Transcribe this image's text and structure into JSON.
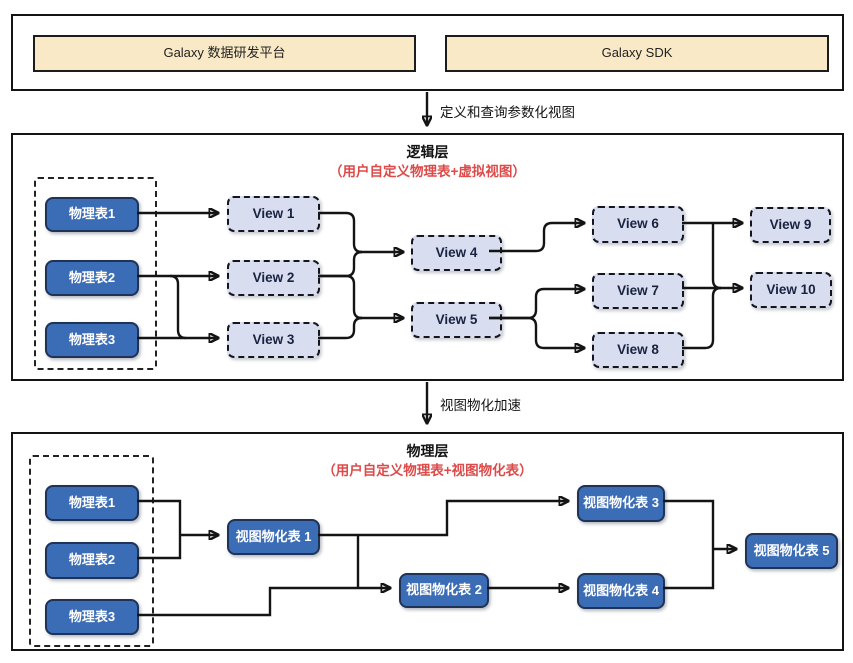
{
  "top": {
    "platform_label": "Galaxy 数据研发平台",
    "sdk_label": "Galaxy SDK"
  },
  "arrows": {
    "define_query_label": "定义和查询参数化视图",
    "materialize_label": "视图物化加速"
  },
  "logical": {
    "title": "逻辑层",
    "subtitle": "（用户自定义物理表+虚拟视图）",
    "physical_tables": [
      "物理表1",
      "物理表2",
      "物理表3"
    ],
    "views": [
      "View 1",
      "View 2",
      "View 3",
      "View 4",
      "View 5",
      "View 6",
      "View 7",
      "View 8",
      "View 9",
      "View 10"
    ],
    "edges": [
      {
        "from": "物理表1",
        "to": "View 1"
      },
      {
        "from": "物理表2",
        "to": "View 2"
      },
      {
        "from": "物理表2",
        "to": "View 3"
      },
      {
        "from": "物理表3",
        "to": "View 3"
      },
      {
        "from": "View 1",
        "to": "View 4"
      },
      {
        "from": "View 2",
        "to": "View 4"
      },
      {
        "from": "View 2",
        "to": "View 5"
      },
      {
        "from": "View 3",
        "to": "View 5"
      },
      {
        "from": "View 4",
        "to": "View 6"
      },
      {
        "from": "View 5",
        "to": "View 7"
      },
      {
        "from": "View 5",
        "to": "View 8"
      },
      {
        "from": "View 6",
        "to": "View 9"
      },
      {
        "from": "View 6",
        "to": "View 10"
      },
      {
        "from": "View 7",
        "to": "View 10"
      },
      {
        "from": "View 8",
        "to": "View 10"
      }
    ]
  },
  "physical": {
    "title": "物理层",
    "subtitle": "（用户自定义物理表+视图物化表）",
    "physical_tables": [
      "物理表1",
      "物理表2",
      "物理表3"
    ],
    "materialized_tables": [
      "视图物化表 1",
      "视图物化表 2",
      "视图物化表 3",
      "视图物化表 4",
      "视图物化表 5"
    ],
    "edges": [
      {
        "from": "物理表1",
        "to": "视图物化表 1"
      },
      {
        "from": "物理表2",
        "to": "视图物化表 1"
      },
      {
        "from": "视图物化表 1",
        "to": "视图物化表 2"
      },
      {
        "from": "物理表3",
        "to": "视图物化表 2"
      },
      {
        "from": "视图物化表 1",
        "to": "视图物化表 3"
      },
      {
        "from": "视图物化表 2",
        "to": "视图物化表 4"
      },
      {
        "from": "视图物化表 3",
        "to": "视图物化表 5"
      },
      {
        "from": "视图物化表 4",
        "to": "视图物化表 5"
      }
    ]
  },
  "colors": {
    "cream_box": "#fae9c6",
    "blue_node": "#3b6cb6",
    "blue_node_border": "#1e3356",
    "view_node": "#d8ddf0",
    "red_subtitle": "#dc4b4a",
    "line": "#141414"
  }
}
